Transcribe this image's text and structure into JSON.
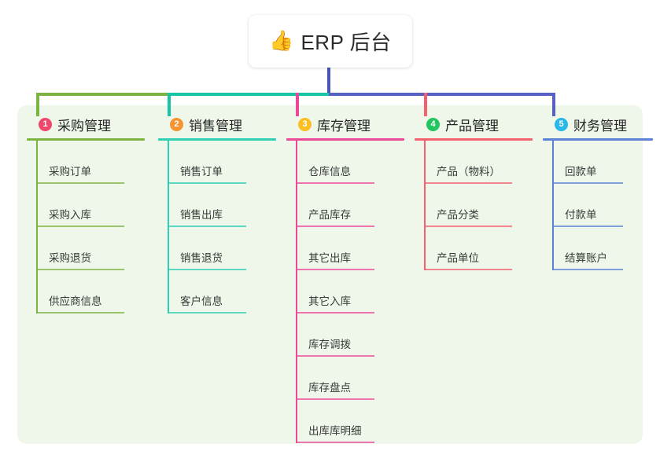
{
  "title": {
    "emoji": "👍",
    "icon_name": "thumbs-up-icon",
    "text": "ERP 后台"
  },
  "panel": {
    "background_color": "#eef7e9"
  },
  "connectors": {
    "stem_color": "#4a55b5",
    "segments": [
      {
        "color": "#7cb342"
      },
      {
        "color": "#17c5a5"
      },
      {
        "color": "#5761c4"
      },
      {
        "color": "#5761c4"
      },
      {
        "color": "#5761c4"
      }
    ],
    "drops": [
      {
        "color": "#7cb342"
      },
      {
        "color": "#17c5a5"
      },
      {
        "color": "#ec4899"
      },
      {
        "color": "#f4606c"
      },
      {
        "color": "#5761c4"
      }
    ]
  },
  "columns": [
    {
      "number": "1",
      "title": "采购管理",
      "badge_color": "#f0466b",
      "line_color": "#7cb342",
      "items": [
        {
          "label": "采购订单"
        },
        {
          "label": "采购入库"
        },
        {
          "label": "采购退货"
        },
        {
          "label": "供应商信息"
        }
      ]
    },
    {
      "number": "2",
      "title": "销售管理",
      "badge_color": "#f59432",
      "line_color": "#2ecfb2",
      "items": [
        {
          "label": "销售订单"
        },
        {
          "label": "销售出库"
        },
        {
          "label": "销售退货"
        },
        {
          "label": "客户信息"
        }
      ]
    },
    {
      "number": "3",
      "title": "库存管理",
      "badge_color": "#fbbf24",
      "line_color": "#ec4899",
      "items": [
        {
          "label": "仓库信息"
        },
        {
          "label": "产品库存"
        },
        {
          "label": "其它出库"
        },
        {
          "label": "其它入库"
        },
        {
          "label": "库存调拨"
        },
        {
          "label": "库存盘点"
        },
        {
          "label": "出库库明细"
        }
      ]
    },
    {
      "number": "4",
      "title": "产品管理",
      "badge_color": "#22c55e",
      "line_color": "#f4606c",
      "items": [
        {
          "label": "产品（物料）"
        },
        {
          "label": "产品分类"
        },
        {
          "label": "产品单位"
        }
      ]
    },
    {
      "number": "5",
      "title": "财务管理",
      "badge_color": "#29b6e8",
      "line_color": "#5c82d6",
      "items": [
        {
          "label": "回款单"
        },
        {
          "label": "付款单"
        },
        {
          "label": "结算账户"
        }
      ]
    }
  ]
}
